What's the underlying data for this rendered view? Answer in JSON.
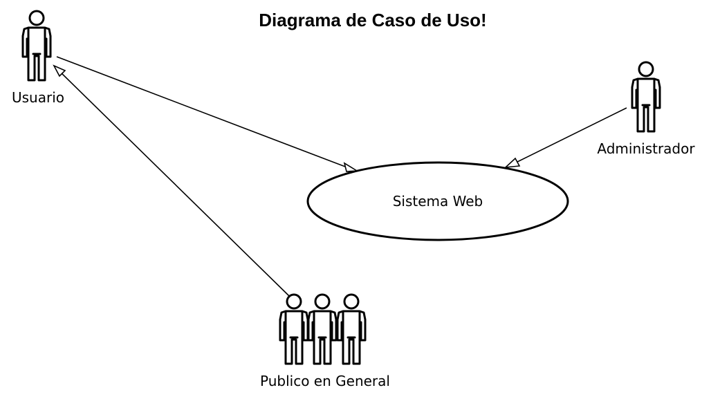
{
  "title": "Diagrama de Caso de Uso!",
  "use_case": {
    "label": "Sistema Web"
  },
  "actors": {
    "usuario": {
      "label": "Usuario",
      "icon": "stick-figure-actor-icon"
    },
    "administrador": {
      "label": "Administrador",
      "icon": "stick-figure-actor-icon"
    },
    "publico": {
      "label": "Publico en General",
      "icon": "group-actors-icon"
    }
  }
}
